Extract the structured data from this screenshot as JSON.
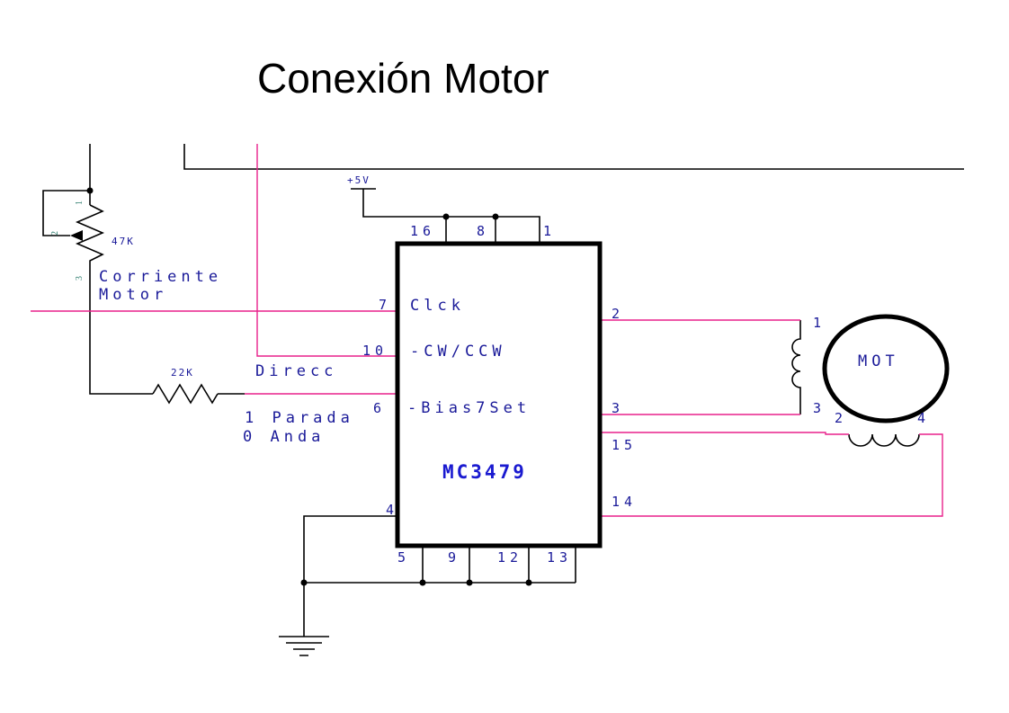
{
  "title": "Conexión Motor",
  "supply": {
    "label": "+5V"
  },
  "chip": {
    "name": "MC3479",
    "top_pins": [
      "16",
      "8",
      "1"
    ],
    "bottom_pins": [
      "5",
      "9",
      "12",
      "13"
    ],
    "left_pins": [
      {
        "num": "7",
        "signal": "Clck"
      },
      {
        "num": "10",
        "signal": "-CW/CCW"
      },
      {
        "num": "6",
        "signal": "-Bias7Set"
      },
      {
        "num": "4",
        "signal": ""
      }
    ],
    "right_pins": [
      "2",
      "3",
      "15",
      "14"
    ]
  },
  "potentiometer": {
    "value": "47K",
    "pins": [
      "1",
      "2",
      "3"
    ],
    "label_line1": "Corriente",
    "label_line2": "Motor"
  },
  "resistor": {
    "value": "22K"
  },
  "direction_label": "Direcc",
  "bias_note": {
    "line1": "1 Parada",
    "line2": "0 Anda"
  },
  "motor": {
    "label": "MOT",
    "coil_a_pins": [
      "1",
      "3"
    ],
    "coil_b_pins": [
      "2",
      "4"
    ]
  }
}
